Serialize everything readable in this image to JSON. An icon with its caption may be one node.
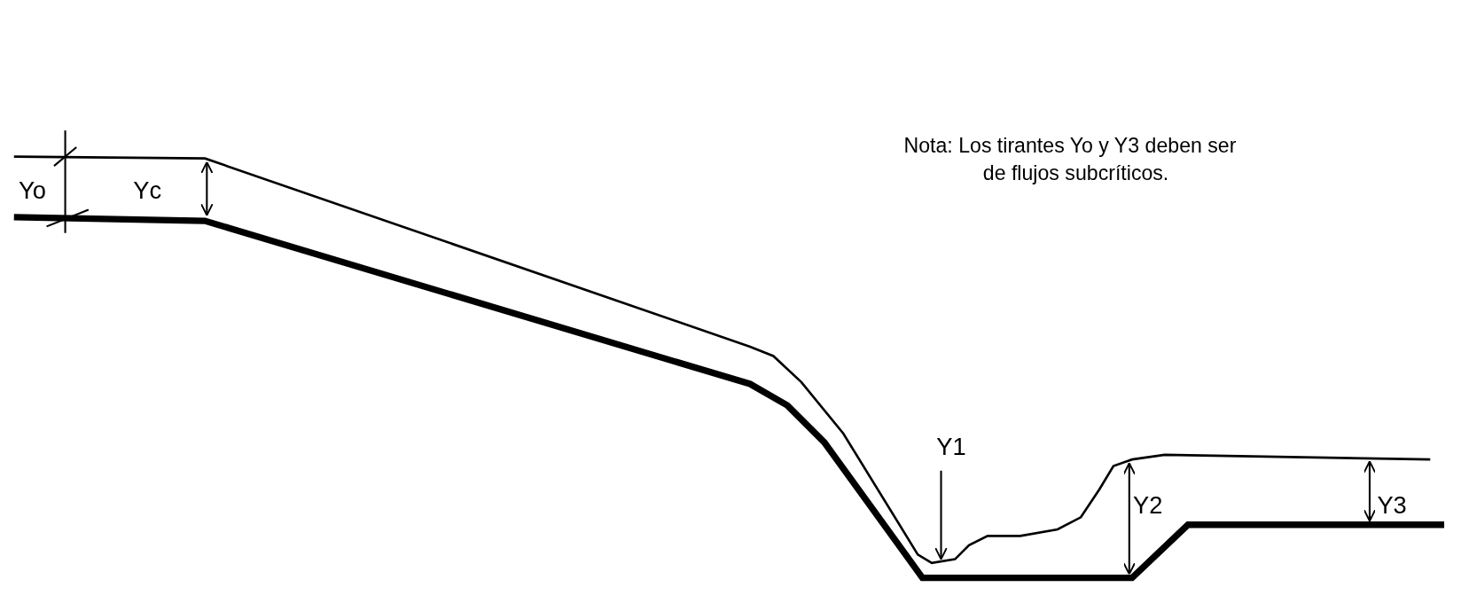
{
  "diagram": {
    "labels": [
      "Nota: Los tirantes Yo y Y3 deben ser de flujos subcríticos.",
      "Yo",
      "Yc",
      "Y1",
      "Y2",
      "Y3"
    ]
  }
}
